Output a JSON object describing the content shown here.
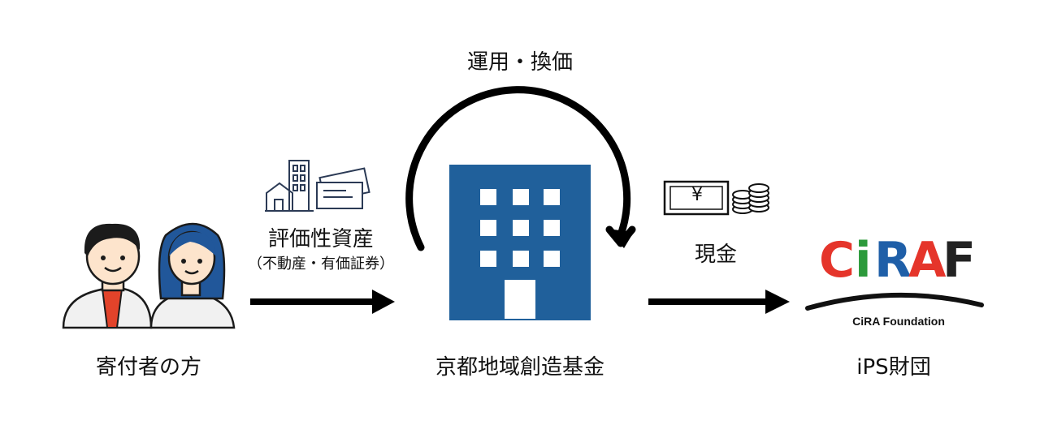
{
  "diagram": {
    "cycle_label": "運用・換価",
    "donor_label": "寄付者の方",
    "assets_label": "評価性資産",
    "assets_sub_label": "（不動産・有価証券）",
    "fund_label": "京都地域創造基金",
    "cash_label": "現金",
    "yen_symbol": "¥",
    "foundation_label": "iPS財団",
    "logo": {
      "letters": [
        "C",
        "i",
        "R",
        "A",
        "F"
      ],
      "caption": "CiRA Foundation"
    }
  },
  "colors": {
    "building": "#20609b",
    "arrow": "#000000",
    "hair": "#1b1b1b",
    "woman_hair": "#21579a",
    "skin": "#fde4cc",
    "shirt": "#f1f1f1",
    "tie": "#e2432a",
    "logo_red": "#e5352b",
    "logo_blue": "#1f5fa8",
    "logo_green": "#2c9a3b",
    "logo_dark": "#222222"
  }
}
